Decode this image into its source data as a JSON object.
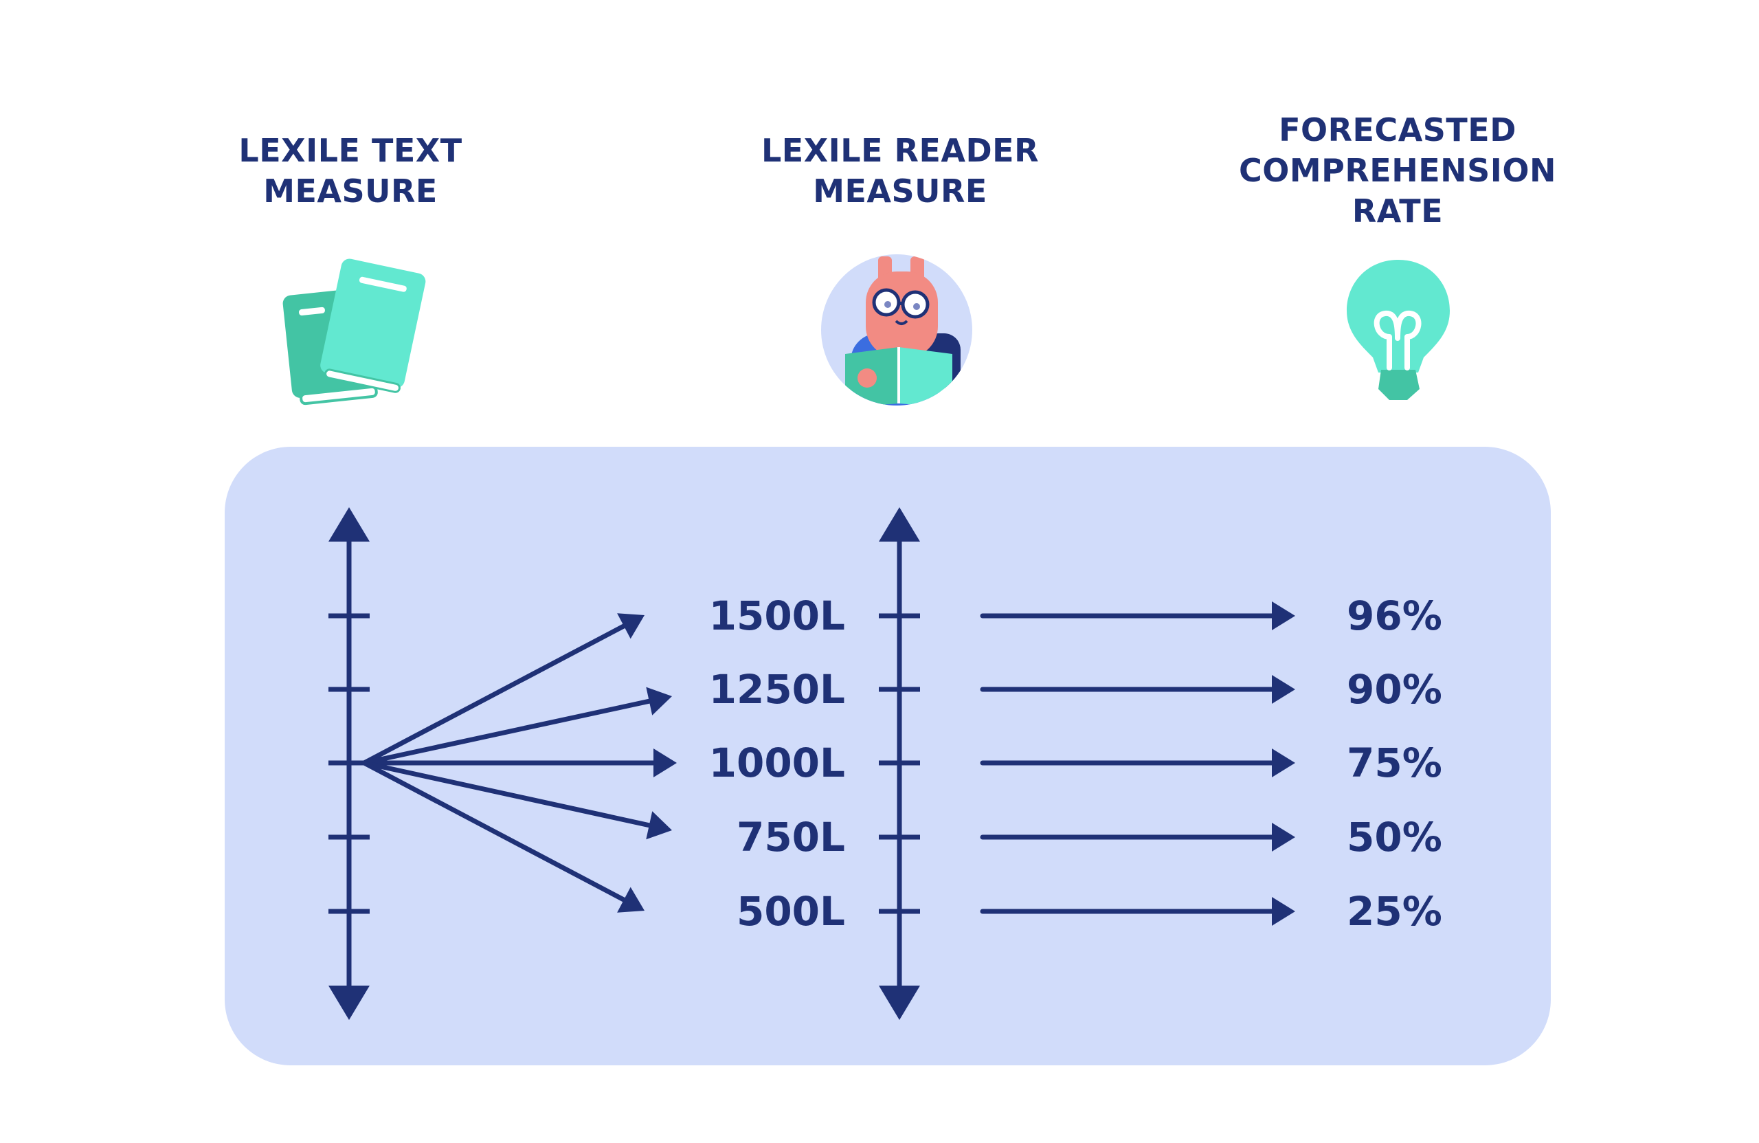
{
  "headings": {
    "text_measure": [
      "LEXILE TEXT",
      "MEASURE"
    ],
    "reader_measure": [
      "LEXILE READER",
      "MEASURE"
    ],
    "comprehension_rate": [
      "FORECASTED",
      "COMPREHENSION",
      "RATE"
    ]
  },
  "icons": {
    "text_measure": "books-icon",
    "reader_measure": "reader-avatar-icon",
    "comprehension_rate": "lightbulb-icon"
  },
  "levels": [
    {
      "measure": "1500L",
      "rate": "96%"
    },
    {
      "measure": "1250L",
      "rate": "90%"
    },
    {
      "measure": "1000L",
      "rate": "75%"
    },
    {
      "measure": "750L",
      "rate": "50%"
    },
    {
      "measure": "500L",
      "rate": "25%"
    }
  ],
  "colors": {
    "ink": "#1f3176",
    "panel": "#d1dcfa",
    "teal": "#43c4a4",
    "mint": "#62e8d0",
    "pink": "#f28b83",
    "blue": "#3b6de0"
  }
}
